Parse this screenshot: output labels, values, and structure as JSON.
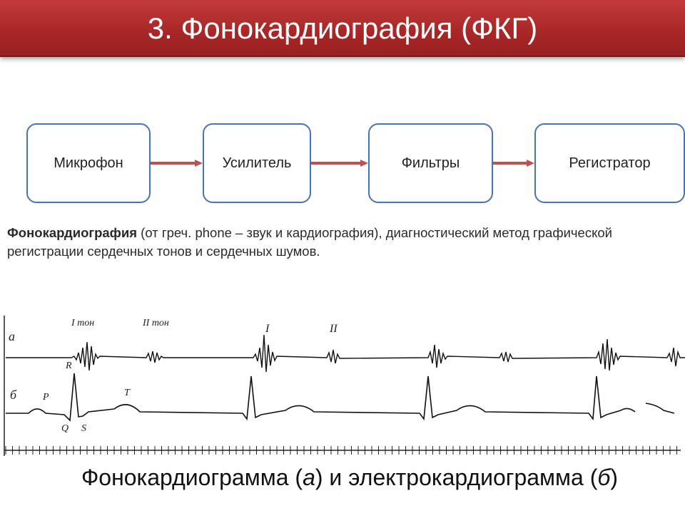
{
  "title": "3. Фонокардиография (ФКГ)",
  "blocks": [
    {
      "label": "Микрофон"
    },
    {
      "label": "Усилитель"
    },
    {
      "label": "Фильтры"
    },
    {
      "label": "Регистратор"
    }
  ],
  "description": {
    "term": "Фонокардиография",
    "text": " (от греч. phone – звук и кардиография), диагностический метод графической регистрации сердечных тонов и сердечных шумов."
  },
  "trace_labels": {
    "row_a": "а",
    "row_b": "б",
    "tone1": "I тон",
    "tone2": "II тон",
    "mark1": "I",
    "mark2": "II",
    "p": "P",
    "r": "R",
    "t": "T",
    "q": "Q",
    "s": "S"
  },
  "caption": {
    "main": "Фонокардиограмма (",
    "a": "а",
    "mid": ")  и  электрокардиограмма (",
    "b": "б",
    "end": ")"
  },
  "colors": {
    "title_bar": "#a82626",
    "box_border": "#4a72b8",
    "arrow": "#c0504d"
  }
}
